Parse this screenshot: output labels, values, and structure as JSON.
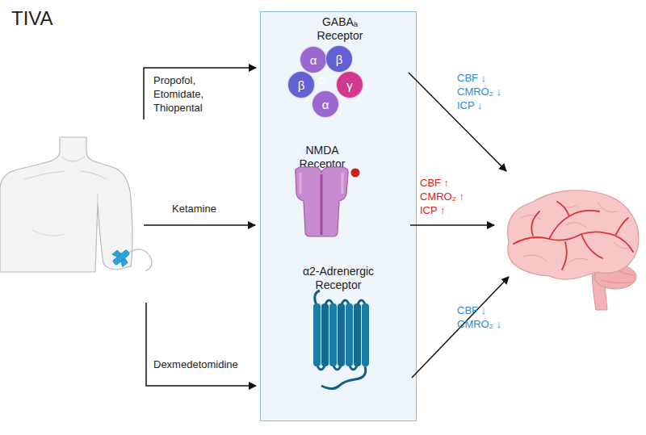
{
  "diagram": {
    "title": "TIVA",
    "nodes": [
      {
        "text": [
          "GABAₐ Receptor",
          "NMDA Receptor",
          "α2-Adrenergic Receptor"
        ]
      },
      {
        "text": [
          "α"
        ],
        "in": 0
      },
      {
        "text": [
          "β"
        ],
        "in": 0
      },
      {
        "text": [
          "β"
        ],
        "in": 0
      },
      {
        "text": [
          "γ"
        ],
        "in": 0
      },
      {
        "text": [
          "α"
        ],
        "in": 0
      }
    ],
    "labels": [
      "Propofol, Etomidate, Thiopental",
      "Ketamine",
      "Dexmedetomidine",
      "Cl⁻",
      "CBF ↓",
      "CMRO₂ ↓",
      "ICP ↓",
      "CBF ↑",
      "CMRO₂ ↑",
      "ICP ↑",
      "CBF ↓",
      "CMRO₂ ↓"
    ]
  }
}
